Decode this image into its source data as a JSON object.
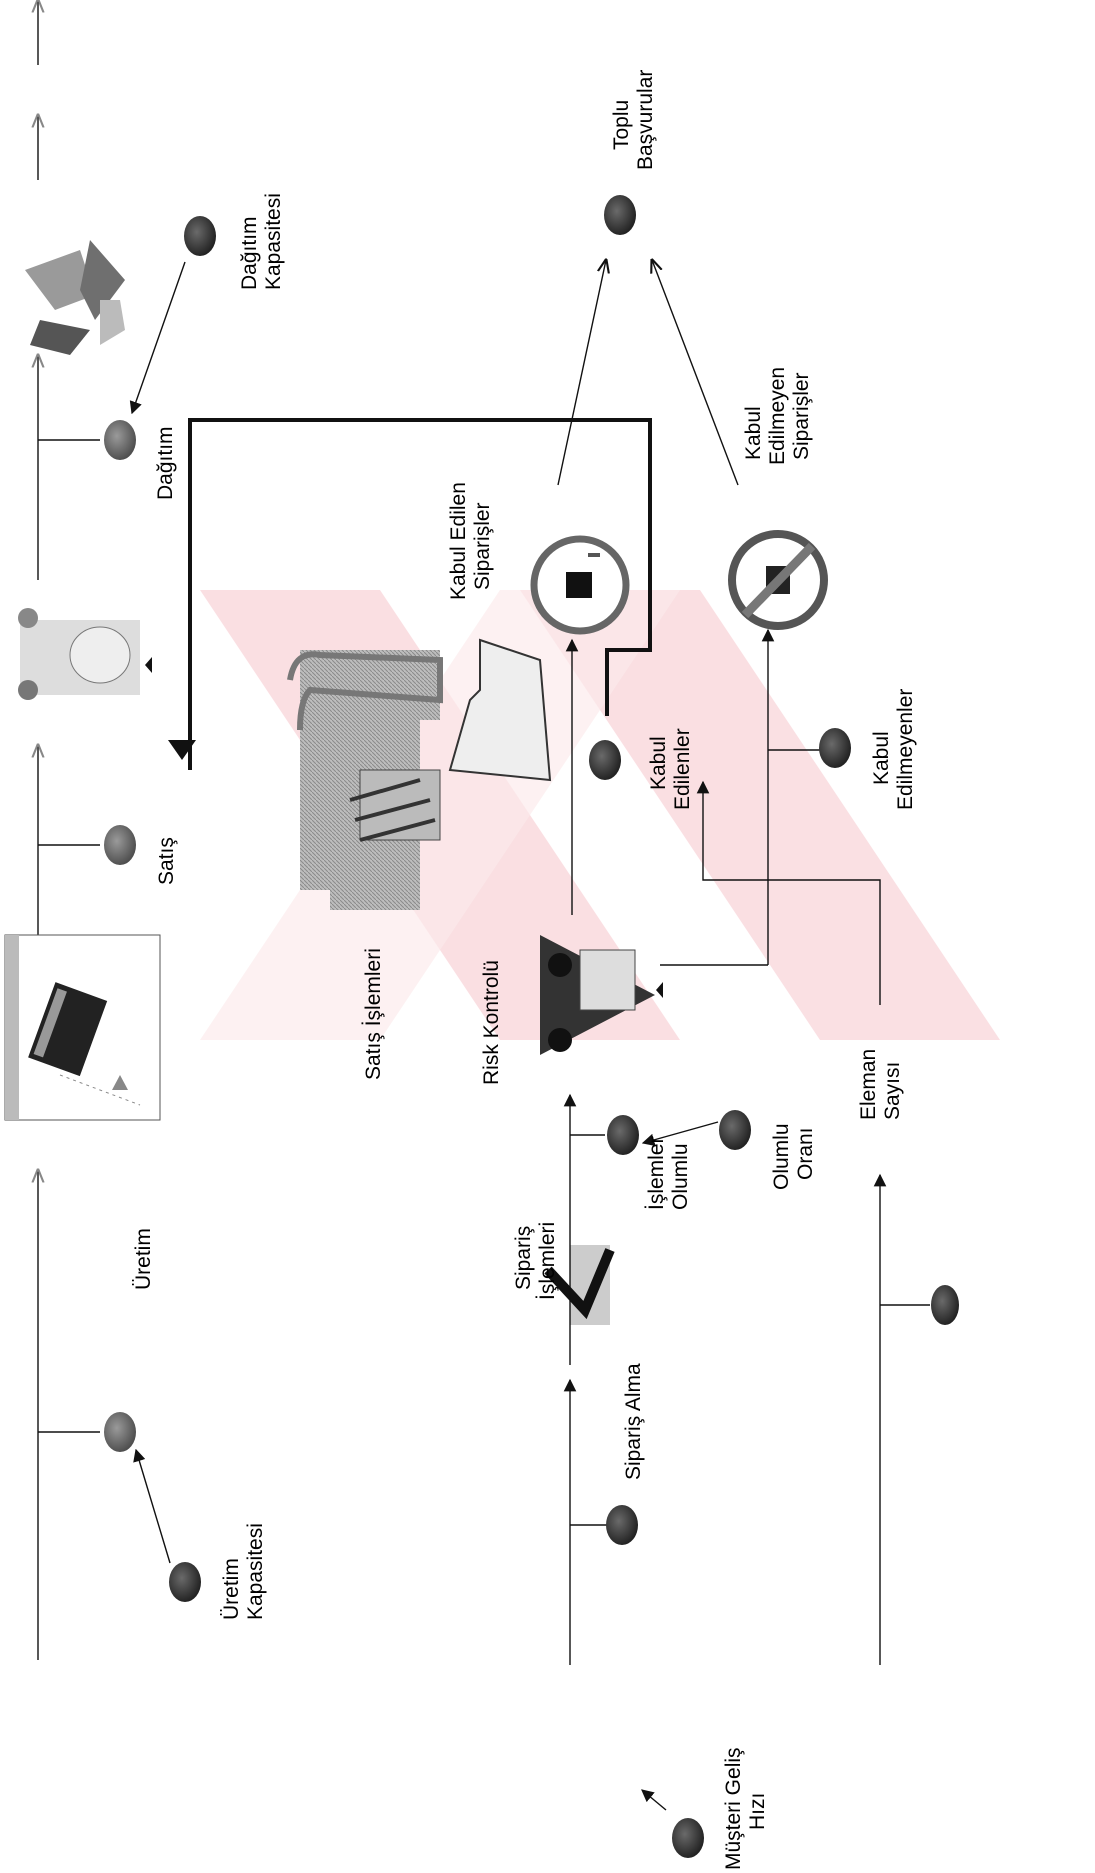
{
  "labels": {
    "uretim": "Üretim",
    "uretim_kap_1": "Üretim",
    "uretim_kap_2": "Kapasitesi",
    "satis": "Satış",
    "dagitim": "Dağıtım",
    "dagitim_kap_1": "Dağıtım",
    "dagitim_kap_2": "Kapasitesi",
    "toplu_1": "Toplu",
    "toplu_2": "Başvurular",
    "satis_islemleri": "Satış İşlemleri",
    "risk_kontrolu": "Risk Kontrolü",
    "kabul_edilen_sip_1": "Kabul Edilen",
    "kabul_edilen_sip_2": "Siparişler",
    "kabul_edilmeyen_sip_1": "Kabul",
    "kabul_edilmeyen_sip_2": "Edilmeyen",
    "kabul_edilmeyen_sip_3": "Siparişler",
    "kabul_edilenler_1": "Kabul",
    "kabul_edilenler_2": "Edilenler",
    "kabul_edilmeyenler_1": "Kabul",
    "kabul_edilmeyenler_2": "Edilmeyenler",
    "siparis_islemleri_1": "Sipariş",
    "siparis_islemleri_2": "İşlemleri",
    "siparis_alma": "Sipariş Alma",
    "islemler_olumlu_1": "İşlemler",
    "islemler_olumlu_2": "Olumlu",
    "olumlu_orani_1": "Olumlu",
    "olumlu_orani_2": "Oranı",
    "eleman_sayisi_1": "Eleman",
    "eleman_sayisi_2": "Sayısı",
    "musteri_gelis_1": "Müşteri Geliş",
    "musteri_gelis_2": "Hızı"
  },
  "colors": {
    "line": "#111111",
    "node": "#7a7a7a",
    "node_dark": "#444444",
    "watermark": "#f3c9cf"
  }
}
